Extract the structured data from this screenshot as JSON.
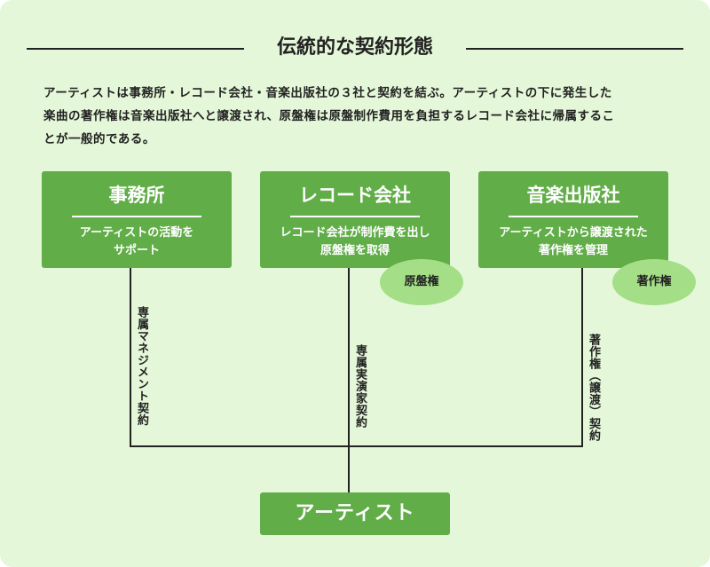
{
  "title": "伝統的な契約形態",
  "description": [
    "アーティストは事務所・レコード会社・音楽出版社の３社と契約を結ぶ。アーティストの下に発生した",
    "楽曲の著作権は音楽出版社へと譲渡され、原盤権は原盤制作費用を負担するレコード会社に帰属するこ",
    "とが一般的である。"
  ],
  "entities": [
    {
      "name": "事務所",
      "desc": [
        "アーティストの活動を",
        "サポート"
      ]
    },
    {
      "name": "レコード会社",
      "desc": [
        "レコード会社が制作費を出し",
        "原盤権を取得"
      ]
    },
    {
      "name": "音楽出版社",
      "desc": [
        "アーティストから譲渡された",
        "著作権を管理"
      ]
    }
  ],
  "badges": [
    "原盤権",
    "著作権"
  ],
  "contracts": [
    "専属マネジメント契約",
    "専属実演家契約",
    "著作権（譲渡）契約"
  ],
  "artist": "アーティスト",
  "colors": {
    "background": "#e4f7d8",
    "box": "#61ad48",
    "badge": "#a4de86",
    "line": "#222222"
  }
}
